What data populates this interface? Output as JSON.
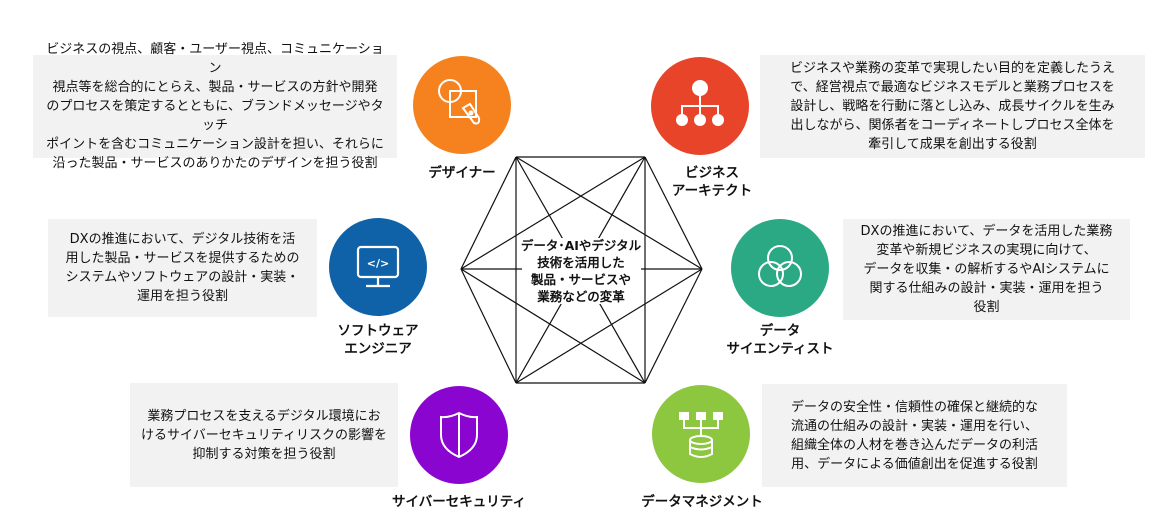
{
  "center": {
    "text": "データ･AIやデジタル\n技術を活用した\n製品・サービスや\n業務などの変革"
  },
  "roles": [
    {
      "id": "designer",
      "label": "デザイナー",
      "icon": "design-pen-icon",
      "color": "#F5821F",
      "description": "ビジネスの視点、顧客・ユーザー視点、コミュニケーション\n視点等を総合的にとらえ、製品・サービスの方針や開発\nのプロセスを策定するとともに、ブランドメッセージやタッチ\nポイントを含むコミュニケーション設計を担い、それらに\n沿った製品・サービスのありかたのデザインを担う役割"
    },
    {
      "id": "business-architect",
      "label": "ビジネス\nアーキテクト",
      "icon": "org-chart-icon",
      "color": "#E8442A",
      "description": "ビジネスや業務の変革で実現したい目的を定義したうえ\nで、経営視点で最適なビジネスモデルと業務プロセスを\n設計し、戦略を行動に落とし込み、成長サイクルを生み\n出しながら、関係者をコーディネートしプロセス全体を\n牽引して成果を創出する役割"
    },
    {
      "id": "software-engineer",
      "label": "ソフトウェア\nエンジニア",
      "icon": "code-monitor-icon",
      "color": "#0F62A8",
      "description": "DXの推進において、デジタル技術を活\n用した製品・サービスを提供するための\nシステムやソフトウェアの設計・実装・\n運用を担う役割"
    },
    {
      "id": "data-scientist",
      "label": "データ\nサイエンティスト",
      "icon": "venn-diagram-icon",
      "color": "#2BA884",
      "description": "DXの推進において、データを活用した業務\n変革や新規ビジネスの実現に向けて、\nデータを収集・の解析するやAIシステムに\n関する仕組みの設計・実装・運用を担う\n役割"
    },
    {
      "id": "cyber-security",
      "label": "サイバーセキュリティ",
      "icon": "shield-icon",
      "color": "#8B05D0",
      "description": "業務プロセスを支えるデジタル環境にお\nけるサイバーセキュリティリスクの影響を\n抑制する対策を担う役割"
    },
    {
      "id": "data-management",
      "label": "データマネジメント",
      "icon": "database-icon",
      "color": "#8DC63F",
      "description": "データの安全性・信頼性の確保と継続的な\n流通の仕組みの設計・実装・運用を行い、\n組織全体の人材を巻き込んだデータの利活\n用、データによる価値創出を促進する役割"
    }
  ]
}
